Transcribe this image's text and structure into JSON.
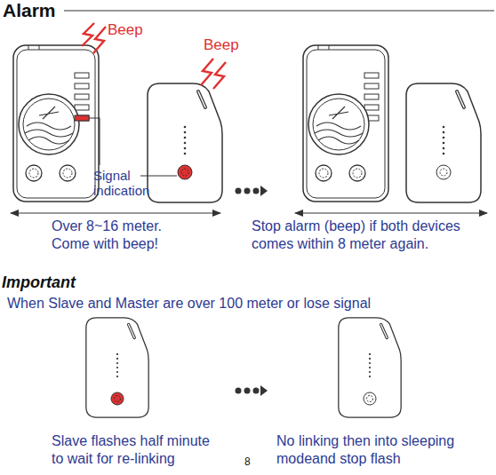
{
  "diagram": {
    "title": "Alarm",
    "labels": [
      "Beep",
      "Beep",
      "Signal indication",
      "Over 8~16 meter. Come with beep!",
      "Stop alarm (beep) if both devices comes within 8 meter again.",
      "Important",
      "When Slave and Master are over 100 meter or lose signal",
      "Slave flashes half minute to wait for re-linking",
      "No linking then into sleeping modeand stop flash",
      "8"
    ]
  }
}
